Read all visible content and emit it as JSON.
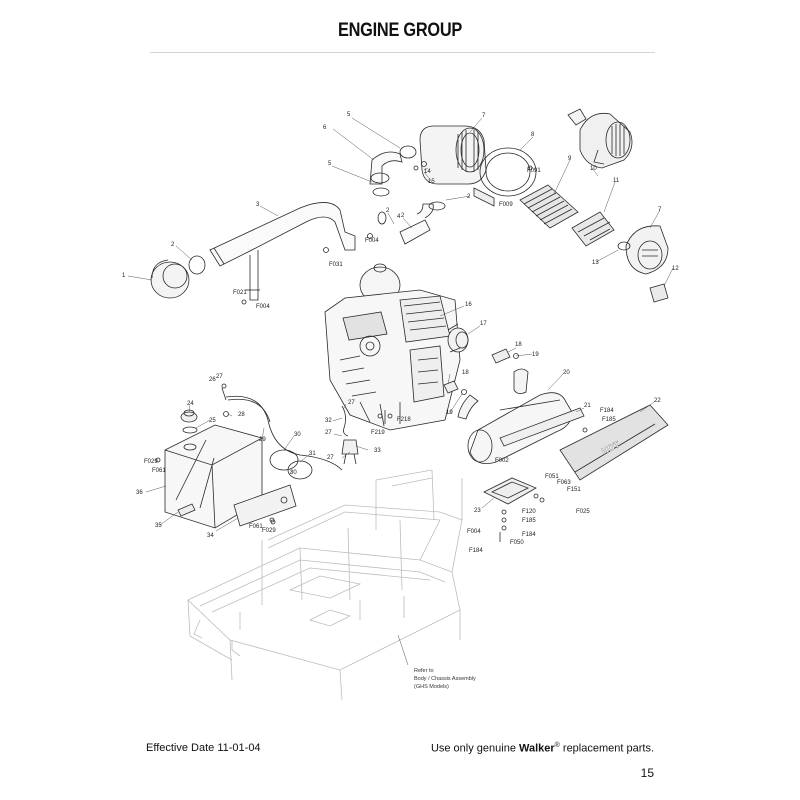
{
  "page": {
    "title": "ENGINE GROUP",
    "effective_date": "Effective Date 11-01-04",
    "footer_prefix": "Use only genuine ",
    "footer_brand": "Walker",
    "footer_reg": "®",
    "footer_suffix": " replacement parts.",
    "page_number": "15"
  },
  "diagram": {
    "note_lines": [
      "Refer to",
      "Body / Chassis Assembly",
      "(GHS Models)"
    ],
    "callouts": [
      {
        "id": "c1",
        "label": "1"
      },
      {
        "id": "c2a",
        "label": "2"
      },
      {
        "id": "c2b",
        "label": "2"
      },
      {
        "id": "c2c",
        "label": "2"
      },
      {
        "id": "c2d",
        "label": "2"
      },
      {
        "id": "c3",
        "label": "3"
      },
      {
        "id": "c4",
        "label": "4"
      },
      {
        "id": "c5a",
        "label": "5"
      },
      {
        "id": "c5b",
        "label": "5"
      },
      {
        "id": "c6",
        "label": "6"
      },
      {
        "id": "c7a",
        "label": "7"
      },
      {
        "id": "c7b",
        "label": "7"
      },
      {
        "id": "c8",
        "label": "8"
      },
      {
        "id": "c9",
        "label": "9"
      },
      {
        "id": "c10",
        "label": "10"
      },
      {
        "id": "c11",
        "label": "11"
      },
      {
        "id": "c12",
        "label": "12"
      },
      {
        "id": "c13",
        "label": "13"
      },
      {
        "id": "c14",
        "label": "14"
      },
      {
        "id": "c15",
        "label": "15"
      },
      {
        "id": "c16",
        "label": "16"
      },
      {
        "id": "c17",
        "label": "17"
      },
      {
        "id": "c18a",
        "label": "18"
      },
      {
        "id": "c18b",
        "label": "18"
      },
      {
        "id": "c19a",
        "label": "19"
      },
      {
        "id": "c19b",
        "label": "19"
      },
      {
        "id": "c20",
        "label": "20"
      },
      {
        "id": "c21",
        "label": "21"
      },
      {
        "id": "c22",
        "label": "22"
      },
      {
        "id": "c23",
        "label": "23"
      },
      {
        "id": "c24",
        "label": "24"
      },
      {
        "id": "c25",
        "label": "25"
      },
      {
        "id": "c26",
        "label": "26"
      },
      {
        "id": "c27a",
        "label": "27"
      },
      {
        "id": "c27b",
        "label": "27"
      },
      {
        "id": "c27c",
        "label": "27"
      },
      {
        "id": "c27d",
        "label": "27"
      },
      {
        "id": "c28",
        "label": "28"
      },
      {
        "id": "c29",
        "label": "29"
      },
      {
        "id": "c30a",
        "label": "30"
      },
      {
        "id": "c30b",
        "label": "30"
      },
      {
        "id": "c31",
        "label": "31"
      },
      {
        "id": "c32",
        "label": "32"
      },
      {
        "id": "c33",
        "label": "33"
      },
      {
        "id": "c34",
        "label": "34"
      },
      {
        "id": "c35",
        "label": "35"
      },
      {
        "id": "c36",
        "label": "36"
      },
      {
        "id": "f004a",
        "label": "F004"
      },
      {
        "id": "f004b",
        "label": "F004"
      },
      {
        "id": "f004c",
        "label": "F004"
      },
      {
        "id": "f009",
        "label": "F009"
      },
      {
        "id": "f021",
        "label": "F021"
      },
      {
        "id": "f031",
        "label": "F031"
      },
      {
        "id": "f091",
        "label": "F091"
      },
      {
        "id": "f218",
        "label": "F218"
      },
      {
        "id": "f219",
        "label": "F219"
      },
      {
        "id": "f002",
        "label": "F002"
      },
      {
        "id": "f184a",
        "label": "F184"
      },
      {
        "id": "f184b",
        "label": "F184"
      },
      {
        "id": "f184c",
        "label": "F184"
      },
      {
        "id": "f185a",
        "label": "F185"
      },
      {
        "id": "f185b",
        "label": "F185"
      },
      {
        "id": "f051",
        "label": "F051"
      },
      {
        "id": "f063",
        "label": "F063"
      },
      {
        "id": "f151",
        "label": "F151"
      },
      {
        "id": "f025",
        "label": "F025"
      },
      {
        "id": "f120",
        "label": "F120"
      },
      {
        "id": "f050",
        "label": "F050"
      },
      {
        "id": "f029a",
        "label": "F029"
      },
      {
        "id": "f029b",
        "label": "F029"
      },
      {
        "id": "f061a",
        "label": "F061"
      },
      {
        "id": "f061b",
        "label": "F061"
      }
    ]
  }
}
